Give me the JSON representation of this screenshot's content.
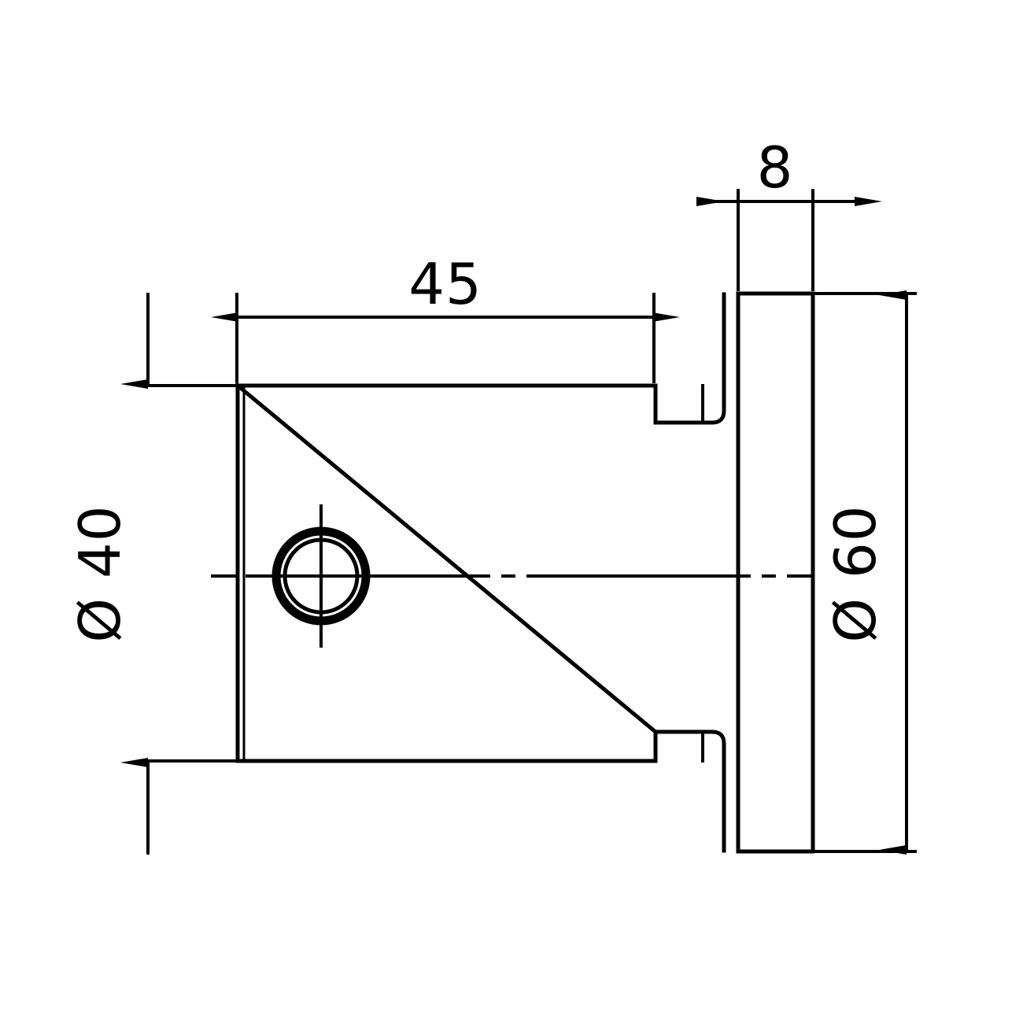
{
  "drawing": {
    "title": "Mechanical Part Section Drawing",
    "background_color": "#ffffff",
    "line_color": "#000000",
    "view": "side-section-view"
  },
  "dimensions": {
    "length_45": {
      "label": "45",
      "value": 45,
      "orientation": "horizontal",
      "position": "top-left",
      "describes": "body-length"
    },
    "thickness_8": {
      "label": "8",
      "value": 8,
      "orientation": "horizontal",
      "position": "top-right",
      "describes": "flange-thickness"
    },
    "diameter_40": {
      "label": "Ø 40",
      "value": 40,
      "orientation": "vertical-rotated",
      "position": "left",
      "describes": "body-diameter"
    },
    "diameter_60": {
      "label": "Ø 60",
      "value": 60,
      "orientation": "vertical-rotated",
      "position": "right",
      "describes": "flange-diameter"
    }
  },
  "features": {
    "body": {
      "name": "cylindrical-body"
    },
    "neck": {
      "name": "shoulder-neck"
    },
    "flange": {
      "name": "end-flange"
    },
    "hole": {
      "name": "through-hole-double-circle"
    },
    "centerline": {
      "name": "horizontal-axis-centerline"
    }
  }
}
